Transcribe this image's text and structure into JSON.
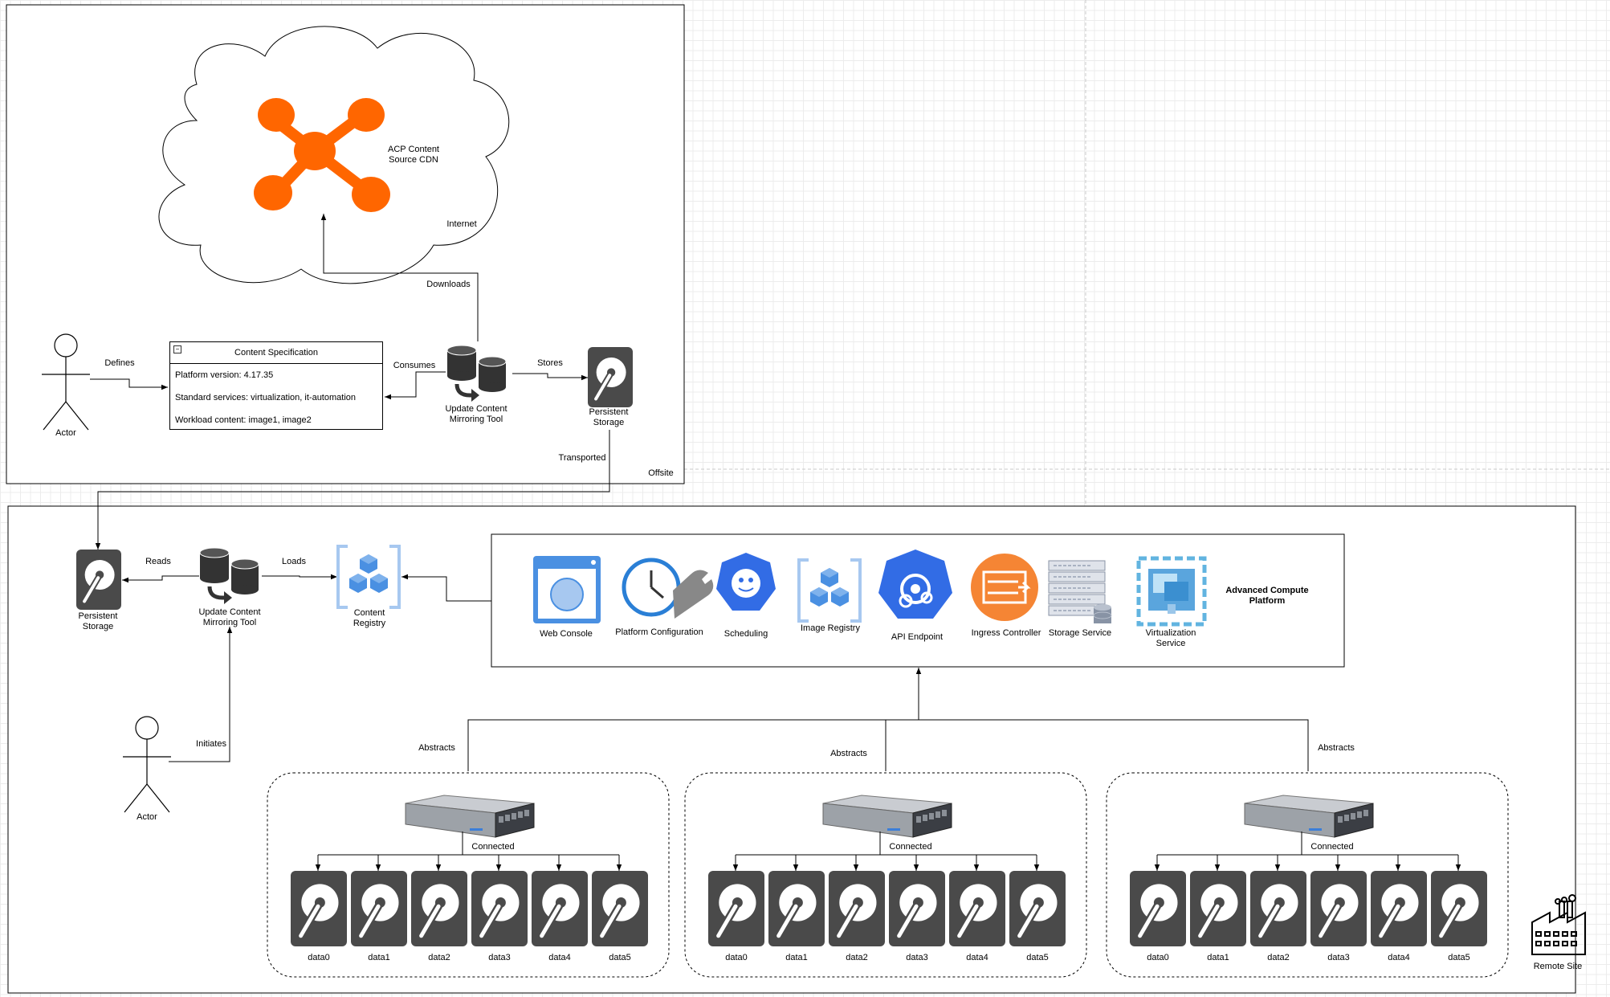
{
  "offsite": {
    "zone_label": "Offsite",
    "cloud_label": "Internet",
    "cdn_label": "ACP Content\nSource CDN",
    "actor_label": "Actor",
    "defines_label": "Defines",
    "consumes_label": "Consumes",
    "downloads_label": "Downloads",
    "stores_label": "Stores",
    "transported_label": "Transported",
    "mirror_tool_label": "Update Content\nMirroring Tool",
    "storage_label": "Persistent\nStorage",
    "spec": {
      "title": "Content Specification",
      "rows": [
        "Platform version: 4.17.35",
        "Standard services: virtualization, it-automation",
        "Workload content: image1, image2"
      ]
    }
  },
  "remote": {
    "zone_label": "Remote Site",
    "storage_label": "Persistent\nStorage",
    "reads_label": "Reads",
    "mirror_tool_label": "Update Content\nMirroring Tool",
    "loads_label": "Loads",
    "registry_label": "Content\nRegistry",
    "actor_label": "Actor",
    "initiates_label": "Initiates",
    "platform": {
      "title": "Advanced Compute\nPlatform",
      "services": [
        {
          "label": "Web Console",
          "icon": "web-console-icon"
        },
        {
          "label": "Platform Configuration",
          "icon": "platform-config-icon"
        },
        {
          "label": "Scheduling",
          "icon": "scheduling-icon"
        },
        {
          "label": "Image Registry",
          "icon": "image-registry-icon"
        },
        {
          "label": "API Endpoint",
          "icon": "api-endpoint-icon"
        },
        {
          "label": "Ingress Controller",
          "icon": "ingress-controller-icon"
        },
        {
          "label": "Storage Service",
          "icon": "storage-service-icon"
        },
        {
          "label": "Virtualization\nService",
          "icon": "virtualization-icon"
        }
      ]
    },
    "abstracts_labels": [
      "Abstracts",
      "Abstracts",
      "Abstracts"
    ],
    "nodes": [
      {
        "connected_label": "Connected",
        "disks": [
          "data0",
          "data1",
          "data2",
          "data3",
          "data4",
          "data5"
        ]
      },
      {
        "connected_label": "Connected",
        "disks": [
          "data0",
          "data1",
          "data2",
          "data3",
          "data4",
          "data5"
        ]
      },
      {
        "connected_label": "Connected",
        "disks": [
          "data0",
          "data1",
          "data2",
          "data3",
          "data4",
          "data5"
        ]
      }
    ]
  },
  "colors": {
    "accent_orange": "#ff6600",
    "kube_blue": "#326ce5",
    "registry_blue": "#4a90e2",
    "disk_gray": "#4a4a4a"
  }
}
